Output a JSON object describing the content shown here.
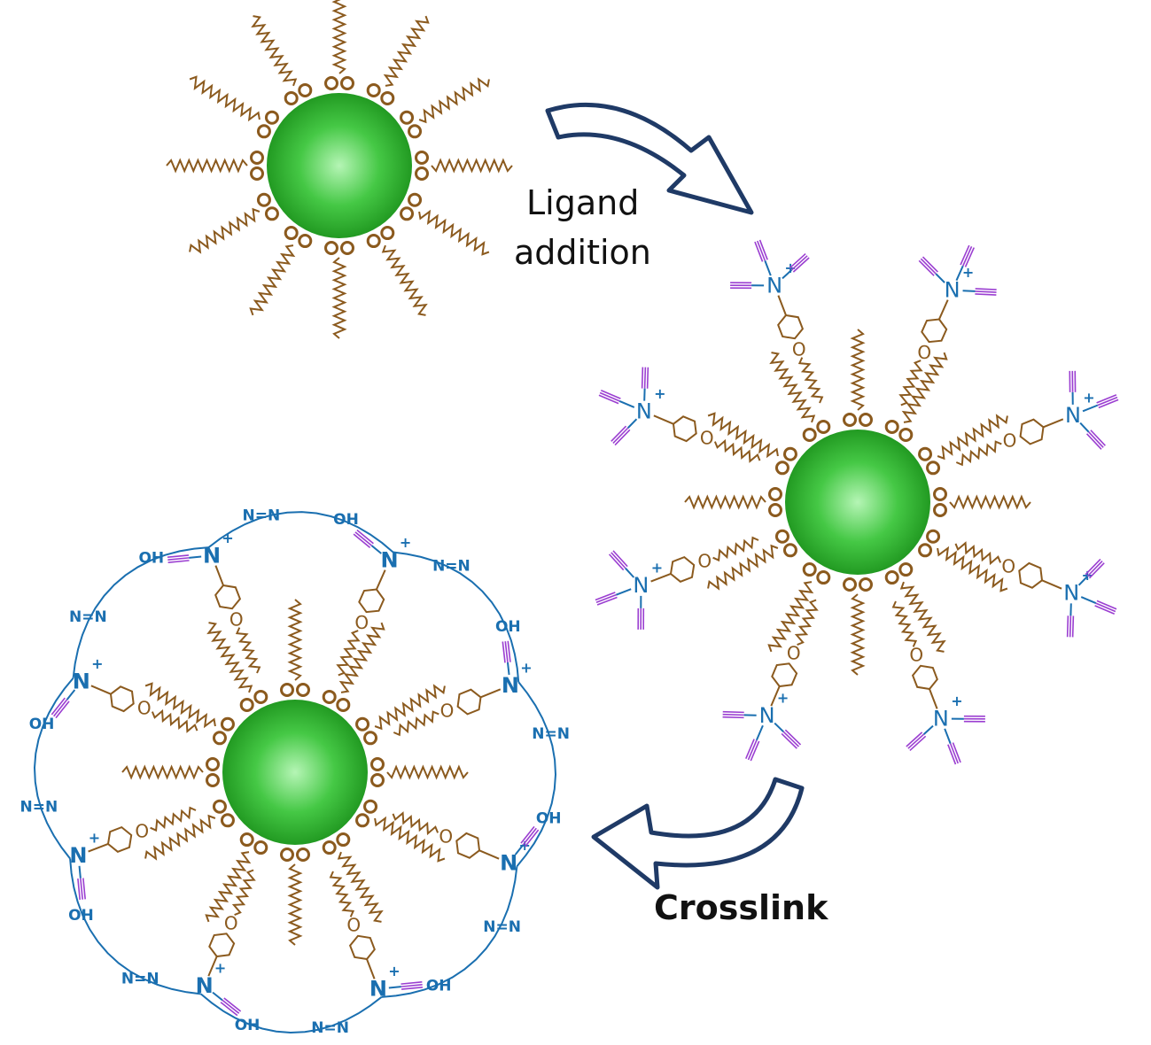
{
  "labels": {
    "step1_line1": "Ligand",
    "step1_line2": "addition",
    "step2": "Crosslink"
  },
  "chem": {
    "oxygen": "O",
    "nitrogen": "N",
    "plus": "+",
    "hydroxyl": "OH",
    "azo": "N=N",
    "triazole_n": "N"
  },
  "colors": {
    "particle": "#2fb52f",
    "particle_highlight": "#9ef09e",
    "ligand": "#8b5a1e",
    "ammonium": "#1a6fb0",
    "alkyne": "#9b3fd1",
    "crosslink": "#1a6fb0",
    "arrow": "#1f3a66"
  },
  "stages": [
    {
      "name": "oleate-capped-nanoparticle",
      "ligands": 12,
      "aryl_ligands": 0
    },
    {
      "name": "ligand-exchanged-nanoparticle",
      "ligands": 12,
      "aryl_ligands": 8
    },
    {
      "name": "crosslinked-nanoparticle",
      "ligands": 12,
      "aryl_ligands": 8
    }
  ]
}
